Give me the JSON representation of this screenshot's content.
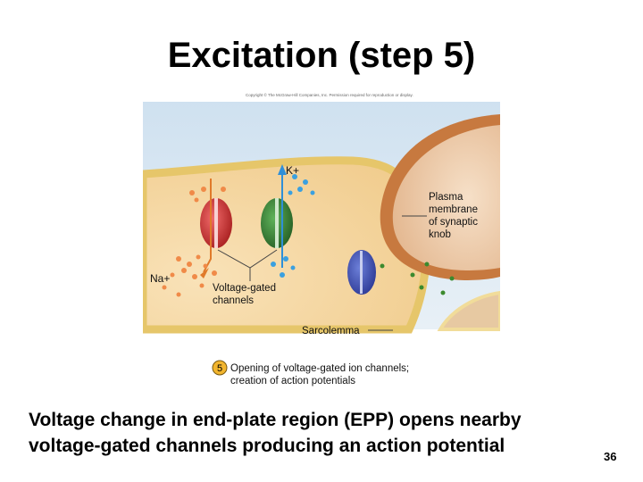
{
  "slide": {
    "title": "Excitation (step 5)",
    "caption_line1": "Voltage change in end-plate region (EPP) opens nearby",
    "caption_line2": "voltage-gated channels producing an action potential",
    "page_number": "36"
  },
  "figure": {
    "copyright": "Copyright © The McGraw-Hill Companies, Inc. Permission required for reproduction or display.",
    "label_k": "K+",
    "label_na": "Na+",
    "label_plasma_line1": "Plasma",
    "label_plasma_line2": "membrane",
    "label_plasma_line3": "of synaptic",
    "label_plasma_line4": "knob",
    "label_channels_line1": "Voltage-gated",
    "label_channels_line2": "channels",
    "label_sarcolemma": "Sarcolemma",
    "step_number": "5",
    "step_line1": "Opening of voltage-gated ion channels;",
    "step_line2": "creation of action potentials"
  }
}
